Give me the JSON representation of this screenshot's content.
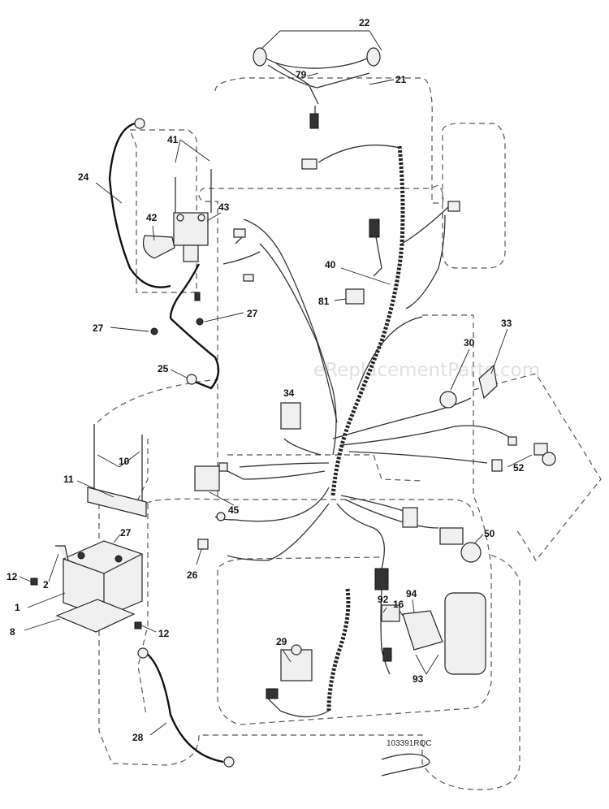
{
  "watermark": "eReplacementParts.com",
  "drawing_code": "103391RQC",
  "callouts": [
    "22",
    "79",
    "21",
    "41",
    "24",
    "43",
    "42",
    "40",
    "81",
    "27",
    "27",
    "33",
    "30",
    "25",
    "34",
    "10",
    "11",
    "52",
    "45",
    "50",
    "27",
    "12",
    "2",
    "1",
    "8",
    "26",
    "92",
    "16",
    "94",
    "12",
    "29",
    "93",
    "28"
  ]
}
